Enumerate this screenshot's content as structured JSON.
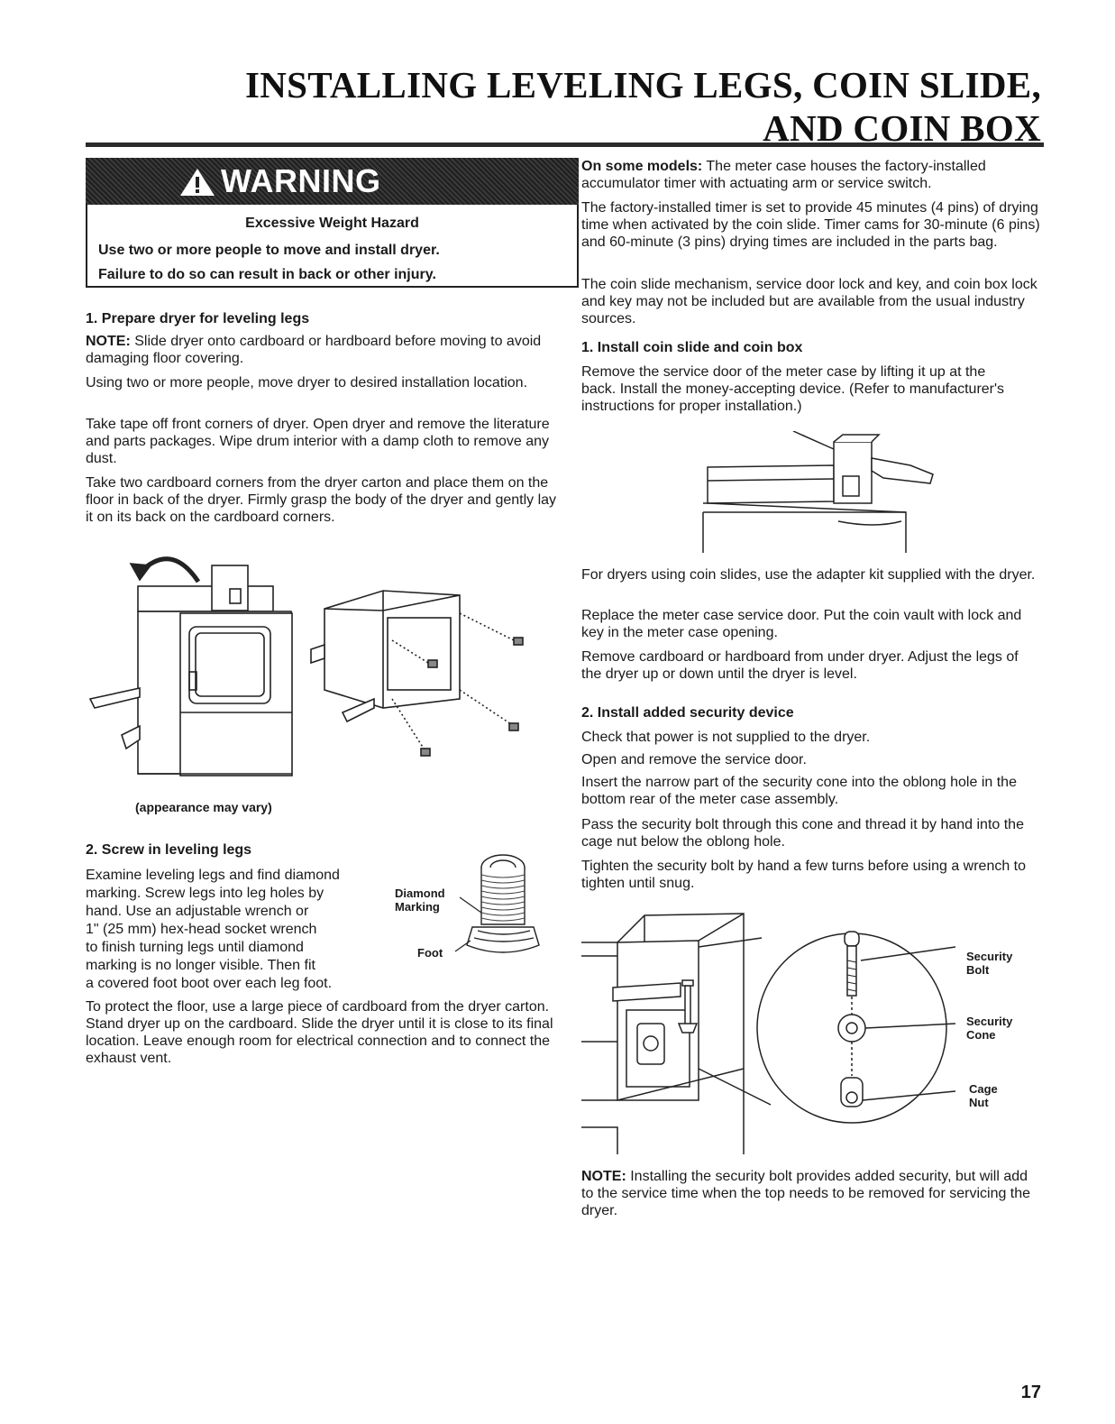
{
  "title": {
    "line1": "INSTALLING LEVELING LEGS, COIN SLIDE,",
    "line2": "AND COIN BOX"
  },
  "warning": {
    "heading": "WARNING",
    "hazard": "Excessive Weight Hazard",
    "line1": "Use two or more people to move and install dryer.",
    "line2": "Failure to do so can result in back or other injury."
  },
  "left": {
    "step1_title": "1. Prepare dryer for leveling legs",
    "note_label": "NOTE:",
    "note_text": " Slide dryer onto cardboard or hardboard before moving to avoid damaging floor covering.",
    "p1": "Using two or more people, move dryer to desired installation location.",
    "p2": "Take tape off front corners of dryer. Open dryer and remove the literature and parts packages. Wipe drum interior with a damp cloth to remove any dust.",
    "p3": "Take two cardboard corners from the dryer carton and place them on the floor in back of the dryer. Firmly grasp the body of the dryer and gently lay it on its back on the cardboard corners.",
    "caption": "(appearance may vary)",
    "step2_title": "2. Screw in leveling legs",
    "step2_lines": [
      "Examine leveling legs and find diamond",
      "marking. Screw legs into leg holes by",
      "hand. Use an adjustable wrench or",
      "1\" (25 mm) hex-head socket wrench",
      "to finish turning legs until diamond",
      "marking is no longer visible. Then fit",
      "a covered foot boot over each leg foot."
    ],
    "label_diamond": "Diamond",
    "label_marking": "Marking",
    "label_foot": "Foot",
    "p4": "To protect the floor, use a large piece of cardboard from the dryer carton. Stand dryer up on the cardboard. Slide the dryer until it is close to its final location. Leave enough room for electrical connection and to connect the exhaust vent."
  },
  "right": {
    "models_label": "On some models:",
    "models_text": " The meter case houses the factory-installed accumulator timer with actuating arm or service switch.",
    "p1": "The factory-installed timer is set to provide 45 minutes (4 pins) of drying time when activated by the coin slide. Timer cams for 30-minute (6 pins) and 60-minute (3 pins) drying times are included in the parts bag.",
    "p2": "The coin slide mechanism, service door lock and key, and coin box lock and key may not be included but are available from the usual industry sources.",
    "step1_title": "1. Install coin slide and coin box",
    "p3": "Remove the service door of the meter case by lifting it up at the back. Install the money-accepting device. (Refer to manufacturer's instructions for proper installation.)",
    "p4": "For dryers using coin slides, use the adapter kit supplied with the dryer.",
    "p5": "Replace the meter case service door. Put the coin vault with lock and key in the meter case opening.",
    "p6": "Remove cardboard or hardboard from under dryer. Adjust the legs of the dryer up or down until the dryer is level.",
    "step2_title": "2. Install added security device",
    "p7": "Check that power is not supplied to the dryer.",
    "p8": "Open and remove the service door.",
    "p9": "Insert the narrow part of the security cone into the oblong hole in the bottom rear of the meter case assembly.",
    "p10": "Pass the security bolt through this cone and thread it by hand into the cage nut below the oblong hole.",
    "p11": "Tighten the security bolt by hand a few turns before using a wrench to tighten until snug.",
    "label_bolt_1": "Security",
    "label_bolt_2": "Bolt",
    "label_cone_1": "Security",
    "label_cone_2": "Cone",
    "label_nut_1": "Cage",
    "label_nut_2": "Nut",
    "note_label": "NOTE:",
    "note_text": " Installing the security bolt provides added security, but will add to the service time when the top needs to be removed for servicing the dryer."
  },
  "page_number": "17"
}
